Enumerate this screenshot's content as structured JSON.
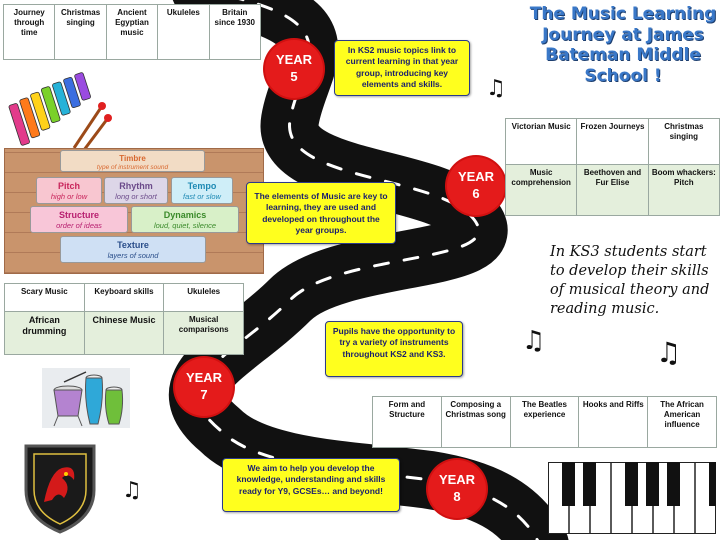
{
  "title": "The Music Learning Journey at James Bateman Middle School !",
  "ks3_note": "In KS3 students start to develop their skills of musical theory and reading music.",
  "years": {
    "y5": {
      "word": "YEAR",
      "num": "5"
    },
    "y6": {
      "word": "YEAR",
      "num": "6"
    },
    "y7": {
      "word": "YEAR",
      "num": "7"
    },
    "y8": {
      "word": "YEAR",
      "num": "8"
    }
  },
  "info_boxes": {
    "ks2_link": "In KS2 music topics link to current learning in that year group, introducing key elements and skills.",
    "elements": "The elements of Music are key to learning, they are used and developed on throughout the year groups.",
    "instruments": "Pupils have the opportunity to try a variety of instruments throughout KS2 and KS3.",
    "develop": "We aim to help you develop the knowledge, understanding and skills ready for Y9, GCSEs… and beyond!"
  },
  "tables": {
    "y5": [
      "Journey through time",
      "Christmas singing",
      "Ancient Egyptian music",
      "Ukuleles",
      "Britain since 1930"
    ],
    "y6_row1": [
      "Victorian Music",
      "Frozen Journeys",
      "Christmas singing"
    ],
    "y6_row2": [
      "Music comprehension",
      "Beethoven and Fur Elise",
      "Boom whackers: Pitch"
    ],
    "y7_row1": [
      "Scary Music",
      "Keyboard skills",
      "Ukuleles"
    ],
    "y7_row2": [
      "African drumming",
      "Chinese Music",
      "Musical comparisons"
    ],
    "y8": [
      "Form and Structure",
      "Composing a Christmas song",
      "The Beatles experience",
      "Hooks and Riffs",
      "The African American influence"
    ]
  },
  "elements": {
    "timbre": {
      "name": "Timbre",
      "desc": "type of instrument sound"
    },
    "pitch": {
      "name": "Pitch",
      "desc": "high or low"
    },
    "rhythm": {
      "name": "Rhythm",
      "desc": "long or short"
    },
    "tempo": {
      "name": "Tempo",
      "desc": "fast or slow"
    },
    "structure": {
      "name": "Structure",
      "desc": "order of ideas"
    },
    "dynamics": {
      "name": "Dynamics",
      "desc": "loud, quiet, silence"
    },
    "texture": {
      "name": "Texture",
      "desc": "layers of sound"
    }
  },
  "colors": {
    "road": "#111111",
    "year_circle": "#e41b1b",
    "info_box": "#ffff1e",
    "title": "#3a78c8",
    "table_green": "#e4efdc"
  }
}
